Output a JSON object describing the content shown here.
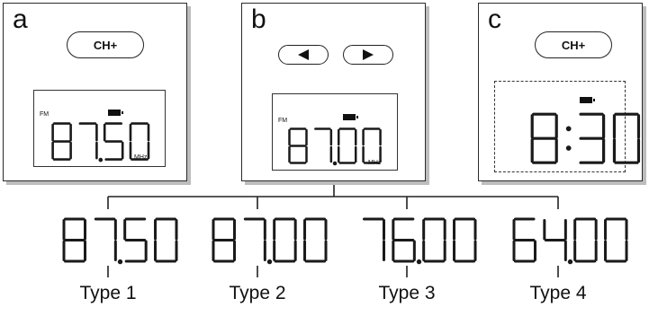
{
  "panels": {
    "a": {
      "letter": "a",
      "button": "CH+",
      "band": "FM",
      "display": "87.50",
      "unit": "MHz"
    },
    "b": {
      "letter": "b",
      "buttons": [
        "left-arrow",
        "right-arrow"
      ],
      "band": "FM",
      "display": "87.00",
      "unit": "MHz"
    },
    "c": {
      "letter": "c",
      "button": "CH+",
      "display": "8:30"
    }
  },
  "types": [
    {
      "display": "87.50",
      "label": "Type 1"
    },
    {
      "display": "87.00",
      "label": "Type 2"
    },
    {
      "display": "76.00",
      "label": "Type 3"
    },
    {
      "display": "64.00",
      "label": "Type 4"
    }
  ]
}
